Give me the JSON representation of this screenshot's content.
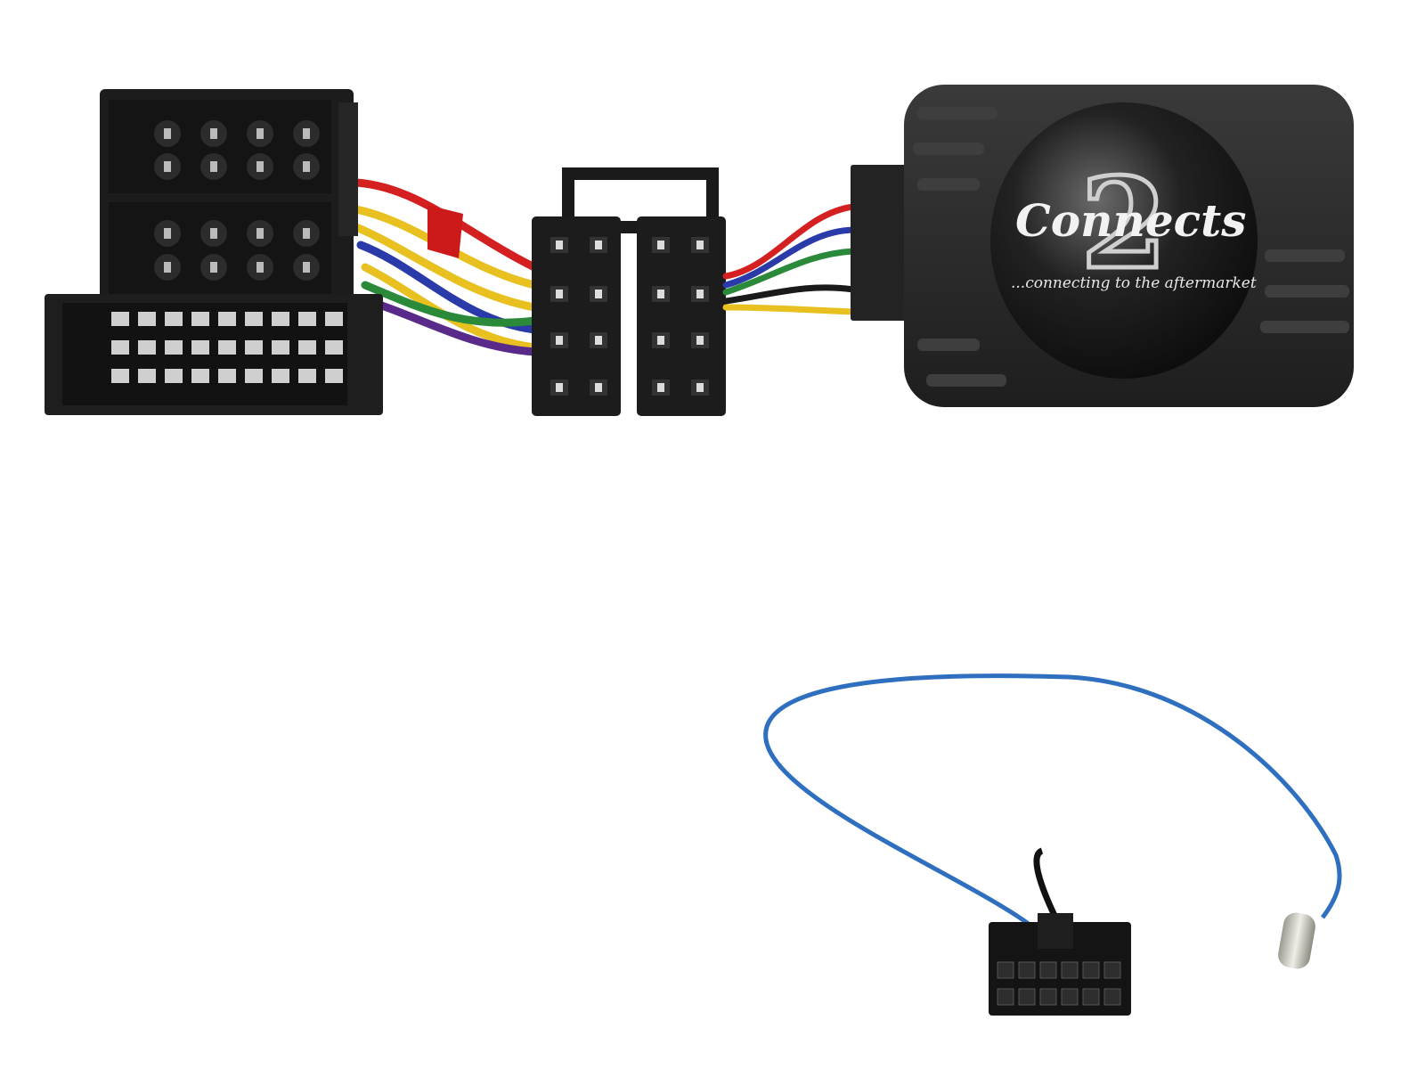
{
  "product": {
    "logo_brand": "Connects",
    "logo_numeral": "2",
    "tagline": "...connecting to the aftermarket"
  },
  "colors": {
    "connector_black": "#1c1c1c",
    "module_body": "#2a2a2a",
    "wire_red": "#d42020",
    "wire_yellow": "#e8c020",
    "wire_blue": "#2a3aa8",
    "wire_green": "#2a8a3a",
    "antenna_lead_blue": "#2f6fc0"
  }
}
